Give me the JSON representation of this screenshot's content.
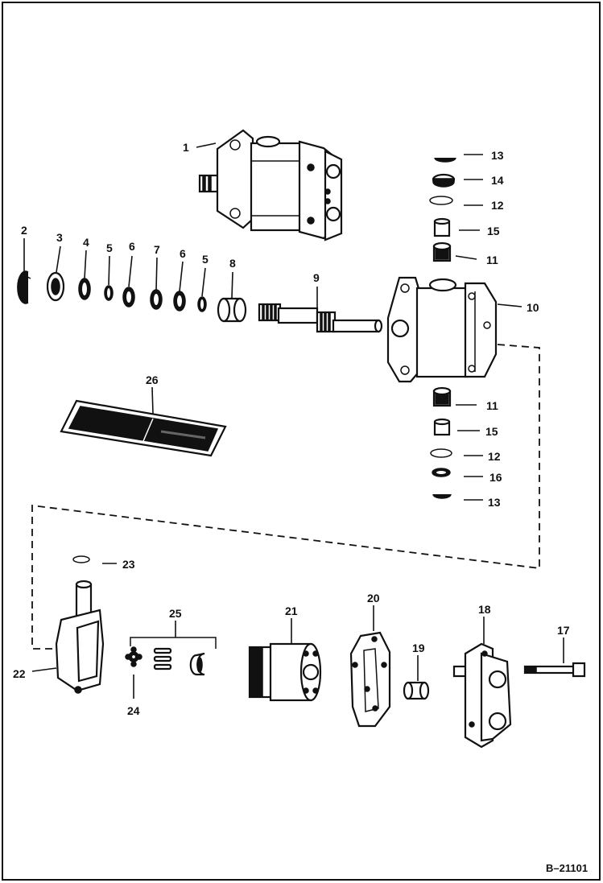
{
  "diagram": {
    "reference_code": "B–21101",
    "callouts": [
      "1",
      "2",
      "3",
      "4",
      "5",
      "6",
      "7",
      "6",
      "5",
      "8",
      "9",
      "10",
      "11",
      "11",
      "12",
      "12",
      "13",
      "13",
      "14",
      "15",
      "15",
      "16",
      "17",
      "18",
      "19",
      "20",
      "21",
      "22",
      "23",
      "24",
      "25",
      "26"
    ]
  },
  "colors": {
    "ink": "#111111",
    "paper": "#ffffff"
  },
  "parts": [
    {
      "id": "1",
      "icon": "hydrostatic-motor-icon"
    },
    {
      "id": "2",
      "icon": "snap-ring-icon"
    },
    {
      "id": "3",
      "icon": "seal-icon"
    },
    {
      "id": "4",
      "icon": "washer-icon"
    },
    {
      "id": "5",
      "icon": "snap-ring-icon"
    },
    {
      "id": "6",
      "icon": "washer-icon"
    },
    {
      "id": "7",
      "icon": "washer-icon"
    },
    {
      "id": "8",
      "icon": "bearing-icon"
    },
    {
      "id": "9",
      "icon": "shaft-icon"
    },
    {
      "id": "10",
      "icon": "housing-icon"
    },
    {
      "id": "11",
      "icon": "needle-bearing-icon"
    },
    {
      "id": "12",
      "icon": "o-ring-icon"
    },
    {
      "id": "13",
      "icon": "snap-ring-icon"
    },
    {
      "id": "14",
      "icon": "cap-icon"
    },
    {
      "id": "15",
      "icon": "bushing-icon"
    },
    {
      "id": "16",
      "icon": "washer-icon"
    },
    {
      "id": "17",
      "icon": "bolt-icon"
    },
    {
      "id": "18",
      "icon": "end-cover-icon"
    },
    {
      "id": "19",
      "icon": "bearing-icon"
    },
    {
      "id": "20",
      "icon": "gasket-icon"
    },
    {
      "id": "21",
      "icon": "rotating-group-icon"
    },
    {
      "id": "22",
      "icon": "swashplate-icon"
    },
    {
      "id": "23",
      "icon": "o-ring-icon"
    },
    {
      "id": "24",
      "icon": "retainer-icon"
    },
    {
      "id": "25",
      "icon": "pin-kit-icon"
    },
    {
      "id": "26",
      "icon": "seal-kit-icon"
    }
  ]
}
